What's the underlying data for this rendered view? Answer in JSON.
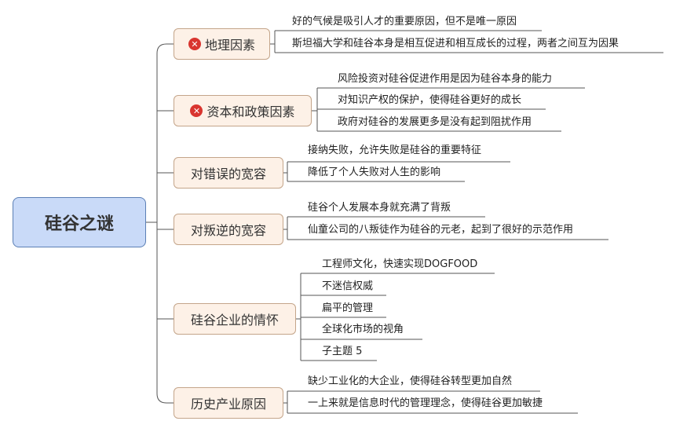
{
  "root": {
    "title": "硅谷之谜"
  },
  "branches": [
    {
      "label": "地理因素",
      "icon": "x-mark-icon",
      "leaves": [
        "好的气候是吸引人才的重要原因，但不是唯一原因",
        "斯坦福大学和硅谷本身是相互促进和相互成长的过程，两者之间互为因果"
      ]
    },
    {
      "label": "资本和政策因素",
      "icon": "x-mark-icon",
      "leaves": [
        "风险投资对硅谷促进作用是因为硅谷本身的能力",
        "对知识产权的保护，使得硅谷更好的成长",
        "政府对硅谷的发展更多是没有起到阻扰作用"
      ]
    },
    {
      "label": "对错误的宽容",
      "icon": null,
      "leaves": [
        "接纳失败，允许失败是硅谷的重要特征",
        "降低了个人失败对人生的影响"
      ]
    },
    {
      "label": "对叛逆的宽容",
      "icon": null,
      "leaves": [
        "硅谷个人发展本身就充满了背叛",
        "仙童公司的八叛徒作为硅谷的元老，起到了很好的示范作用"
      ]
    },
    {
      "label": "硅谷企业的情怀",
      "icon": null,
      "leaves": [
        "工程师文化，快速实现DOGFOOD",
        "不迷信权威",
        "扁平的管理",
        "全球化市场的视角",
        "子主题 5"
      ]
    },
    {
      "label": "历史产业原因",
      "icon": null,
      "leaves": [
        "缺少工业化的大企业，使得硅谷转型更加自然",
        "一上来就是信息时代的管理理念，使得硅谷更加敏捷"
      ]
    }
  ],
  "colors": {
    "root_fill": "#c9daf8",
    "branch_fill": "#fdf1e7",
    "line": "#555555",
    "icon": "#d9352f"
  }
}
